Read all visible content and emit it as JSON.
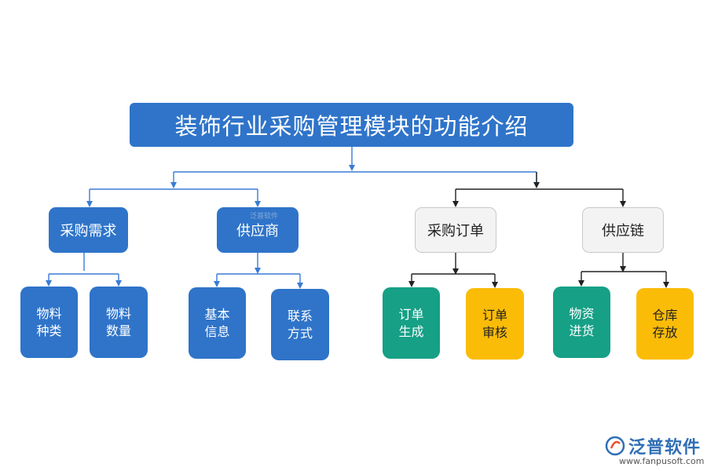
{
  "title": "装饰行业采购管理模块的功能介绍",
  "groups": [
    {
      "label": "采购需求",
      "children": [
        "物料\n种类",
        "物料\n数量"
      ]
    },
    {
      "label": "供应商",
      "children": [
        "基本\n信息",
        "联系\n方式"
      ]
    },
    {
      "label": "采购订单",
      "children": [
        "订单\n生成",
        "订单\n审核"
      ]
    },
    {
      "label": "供应链",
      "children": [
        "物资\n进货",
        "仓库\n存放"
      ]
    }
  ],
  "colors": {
    "blue": "#2f74c9",
    "blue_line": "#3a7bd5",
    "dark_line": "#333333",
    "green": "#16a086",
    "orange": "#fbbc08",
    "grey_box": "#f3f3f3"
  },
  "brand": {
    "name": "泛普软件",
    "url": "www.fanpusoft.com",
    "watermark": "泛普软件"
  }
}
